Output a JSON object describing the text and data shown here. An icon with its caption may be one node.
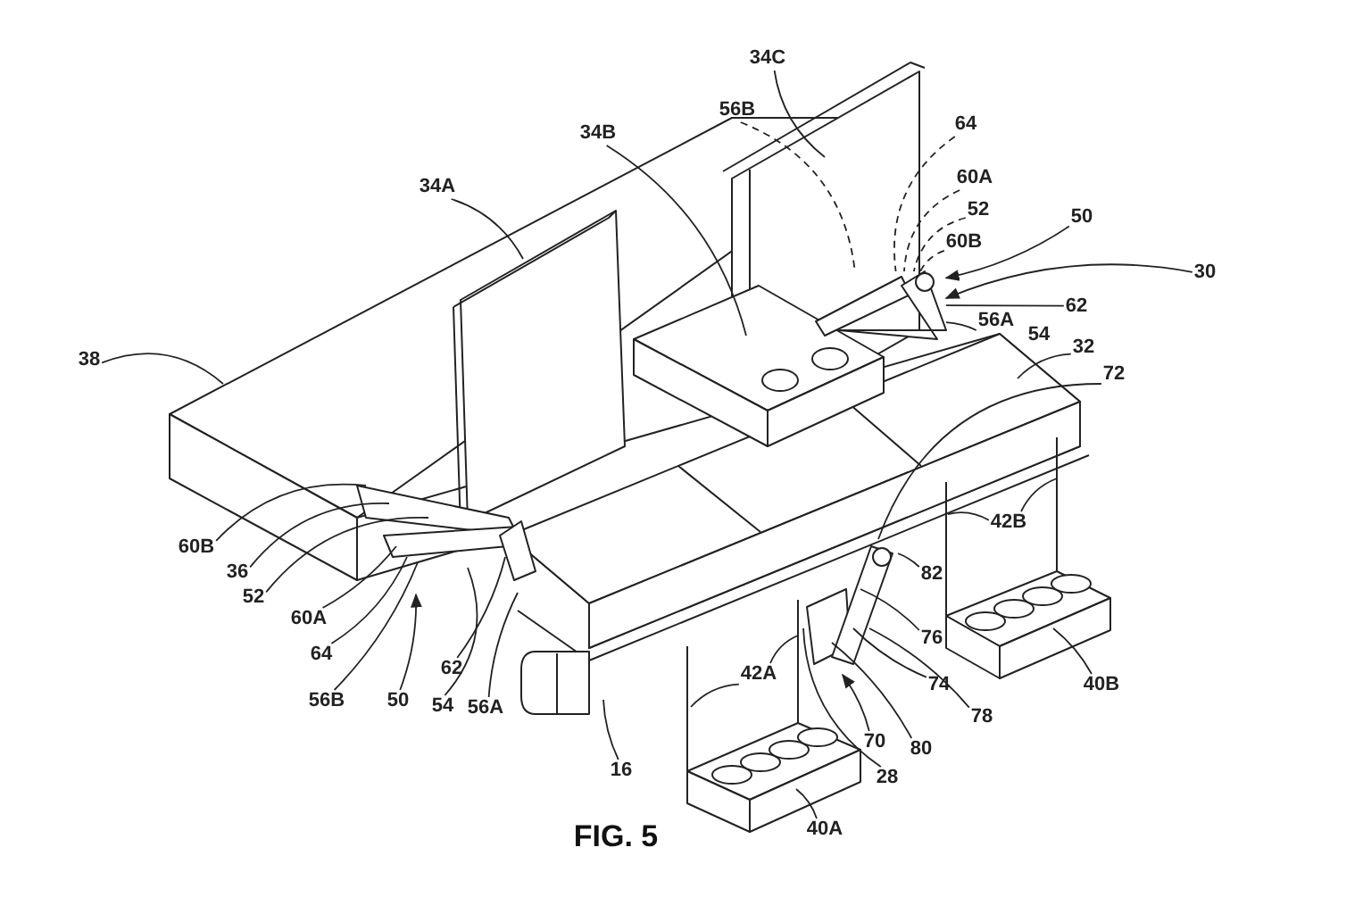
{
  "diagram": {
    "caption": "FIG. 5",
    "nodes": [
      {
        "text": [
          "34C"
        ]
      },
      {
        "text": [
          "56B"
        ]
      },
      {
        "text": [
          "64"
        ]
      },
      {
        "text": [
          "34B"
        ]
      },
      {
        "text": [
          "60A"
        ]
      },
      {
        "text": [
          "34A"
        ]
      },
      {
        "text": [
          "52"
        ]
      },
      {
        "text": [
          "50"
        ]
      },
      {
        "text": [
          "60B"
        ]
      },
      {
        "text": [
          "30"
        ]
      },
      {
        "text": [
          "62"
        ]
      },
      {
        "text": [
          "56A"
        ]
      },
      {
        "text": [
          "32"
        ]
      },
      {
        "text": [
          "38"
        ]
      },
      {
        "text": [
          "72"
        ]
      },
      {
        "text": [
          "42B"
        ]
      },
      {
        "text": [
          "60B"
        ]
      },
      {
        "text": [
          "36"
        ]
      },
      {
        "text": [
          "82"
        ]
      },
      {
        "text": [
          "52"
        ]
      },
      {
        "text": [
          "60A"
        ]
      },
      {
        "text": [
          "76"
        ]
      },
      {
        "text": [
          "64"
        ]
      },
      {
        "text": [
          "62"
        ]
      },
      {
        "text": [
          "42A"
        ]
      },
      {
        "text": [
          "74"
        ]
      },
      {
        "text": [
          "40B"
        ]
      },
      {
        "text": [
          "56B"
        ]
      },
      {
        "text": [
          "50"
        ]
      },
      {
        "text": [
          "54"
        ]
      },
      {
        "text": [
          "56A"
        ]
      },
      {
        "text": [
          "78"
        ]
      },
      {
        "text": [
          "70"
        ]
      },
      {
        "text": [
          "80"
        ]
      },
      {
        "text": [
          "16"
        ]
      },
      {
        "text": [
          "28"
        ]
      },
      {
        "text": [
          "40A"
        ]
      },
      {
        "text": [],
        "shape": "picture"
      }
    ],
    "edges": [
      {
        "from": 0,
        "to": null,
        "arrow": "none"
      },
      {
        "from": 1,
        "to": 37,
        "arrow": "none",
        "style": "dashed"
      },
      {
        "from": 2,
        "to": 37,
        "arrow": "none",
        "style": "dashed"
      },
      {
        "from": 3,
        "to": null,
        "arrow": "none"
      },
      {
        "from": 4,
        "to": 37,
        "arrow": "none",
        "style": "dashed"
      },
      {
        "from": 5,
        "to": null,
        "arrow": "none"
      },
      {
        "from": 6,
        "to": 37,
        "arrow": "none",
        "style": "dashed"
      },
      {
        "from": 7,
        "to": 37,
        "arrow": "to"
      },
      {
        "from": 8,
        "to": 37,
        "arrow": "none",
        "style": "dashed"
      },
      {
        "from": 9,
        "to": 37,
        "arrow": "to"
      },
      {
        "from": 10,
        "to": 37,
        "arrow": "none"
      },
      {
        "from": 11,
        "to": 37,
        "arrow": "none"
      },
      {
        "from": 12,
        "to": null,
        "arrow": "none"
      },
      {
        "from": 13,
        "to": null,
        "arrow": "none"
      },
      {
        "from": 14,
        "to": null,
        "arrow": "none"
      },
      {
        "from": 15,
        "to": null,
        "arrow": "none"
      },
      {
        "from": 15,
        "to": null,
        "arrow": "none"
      },
      {
        "from": 16,
        "to": null,
        "arrow": "none"
      },
      {
        "from": 17,
        "to": null,
        "arrow": "none"
      },
      {
        "from": 18,
        "to": null,
        "arrow": "none"
      },
      {
        "from": 19,
        "to": null,
        "arrow": "none"
      },
      {
        "from": 20,
        "to": null,
        "arrow": "none"
      },
      {
        "from": 21,
        "to": null,
        "arrow": "none"
      },
      {
        "from": 22,
        "to": null,
        "arrow": "none"
      },
      {
        "from": 23,
        "to": null,
        "arrow": "none"
      },
      {
        "from": 24,
        "to": null,
        "arrow": "none"
      },
      {
        "from": 24,
        "to": null,
        "arrow": "none"
      },
      {
        "from": 25,
        "to": null,
        "arrow": "none"
      },
      {
        "from": 26,
        "to": null,
        "arrow": "none"
      },
      {
        "from": 27,
        "to": null,
        "arrow": "none"
      },
      {
        "from": 28,
        "to": null,
        "arrow": "to"
      },
      {
        "from": 29,
        "to": null,
        "arrow": "none"
      },
      {
        "from": 30,
        "to": null,
        "arrow": "none"
      },
      {
        "from": 31,
        "to": null,
        "arrow": "none"
      },
      {
        "from": 32,
        "to": null,
        "arrow": "to"
      },
      {
        "from": 33,
        "to": null,
        "arrow": "none"
      },
      {
        "from": 34,
        "to": null,
        "arrow": "none"
      },
      {
        "from": 35,
        "to": null,
        "arrow": "none"
      },
      {
        "from": 36,
        "to": null,
        "arrow": "none"
      }
    ],
    "labels": [
      "54"
    ]
  }
}
